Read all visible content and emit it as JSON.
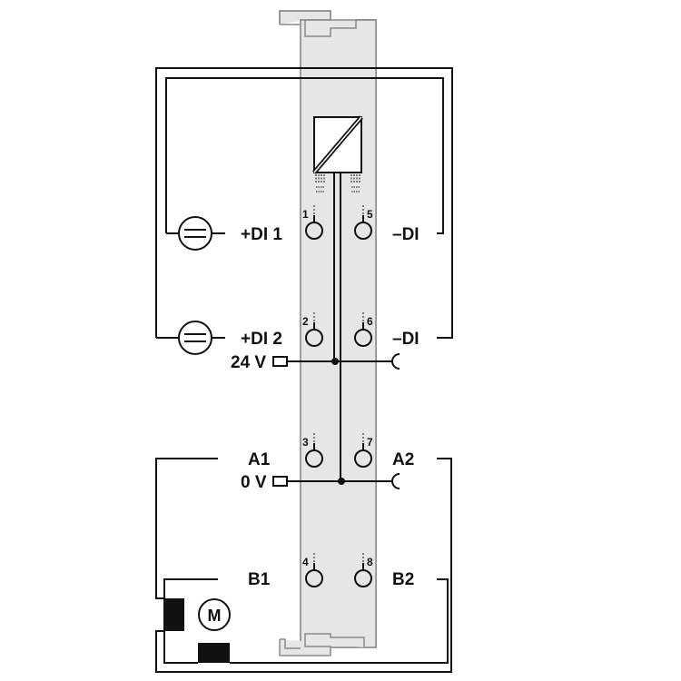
{
  "labels": {
    "di1_plus": "+DI 1",
    "di2_plus": "+DI 2",
    "di1_minus": "–DI",
    "di2_minus": "–DI",
    "v24": "24 V",
    "v0": "0 V",
    "a1": "A1",
    "a2": "A2",
    "b1": "B1",
    "b2": "B2",
    "motor": "M"
  },
  "terminals": [
    "1",
    "2",
    "3",
    "4",
    "5",
    "6",
    "7",
    "8"
  ],
  "colors": {
    "module_fill": "#e6e6e6",
    "module_stroke": "#8a8a8a",
    "wire": "#111111"
  }
}
